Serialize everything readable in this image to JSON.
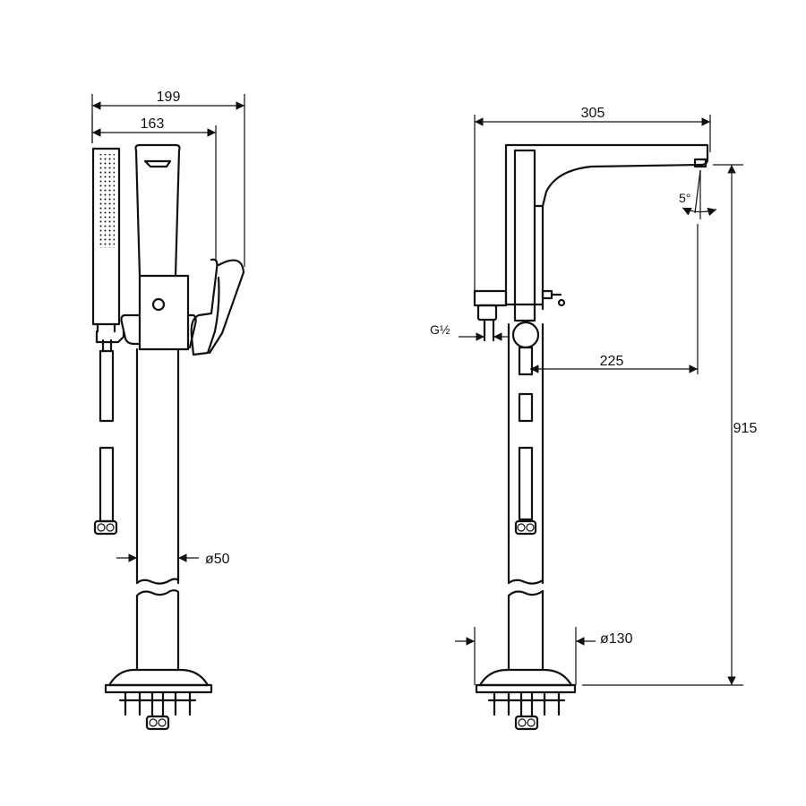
{
  "left_view": {
    "dim_overall_width": "199",
    "dim_body_width": "163",
    "dim_pipe_diameter": "ø50"
  },
  "right_view": {
    "dim_spout_length": "305",
    "dim_spout_angle": "5°",
    "dim_inlet_thread_main": "G",
    "dim_inlet_thread_frac": "½",
    "dim_outlet_offset": "225",
    "dim_total_height": "915",
    "dim_base_diameter": "ø130"
  }
}
